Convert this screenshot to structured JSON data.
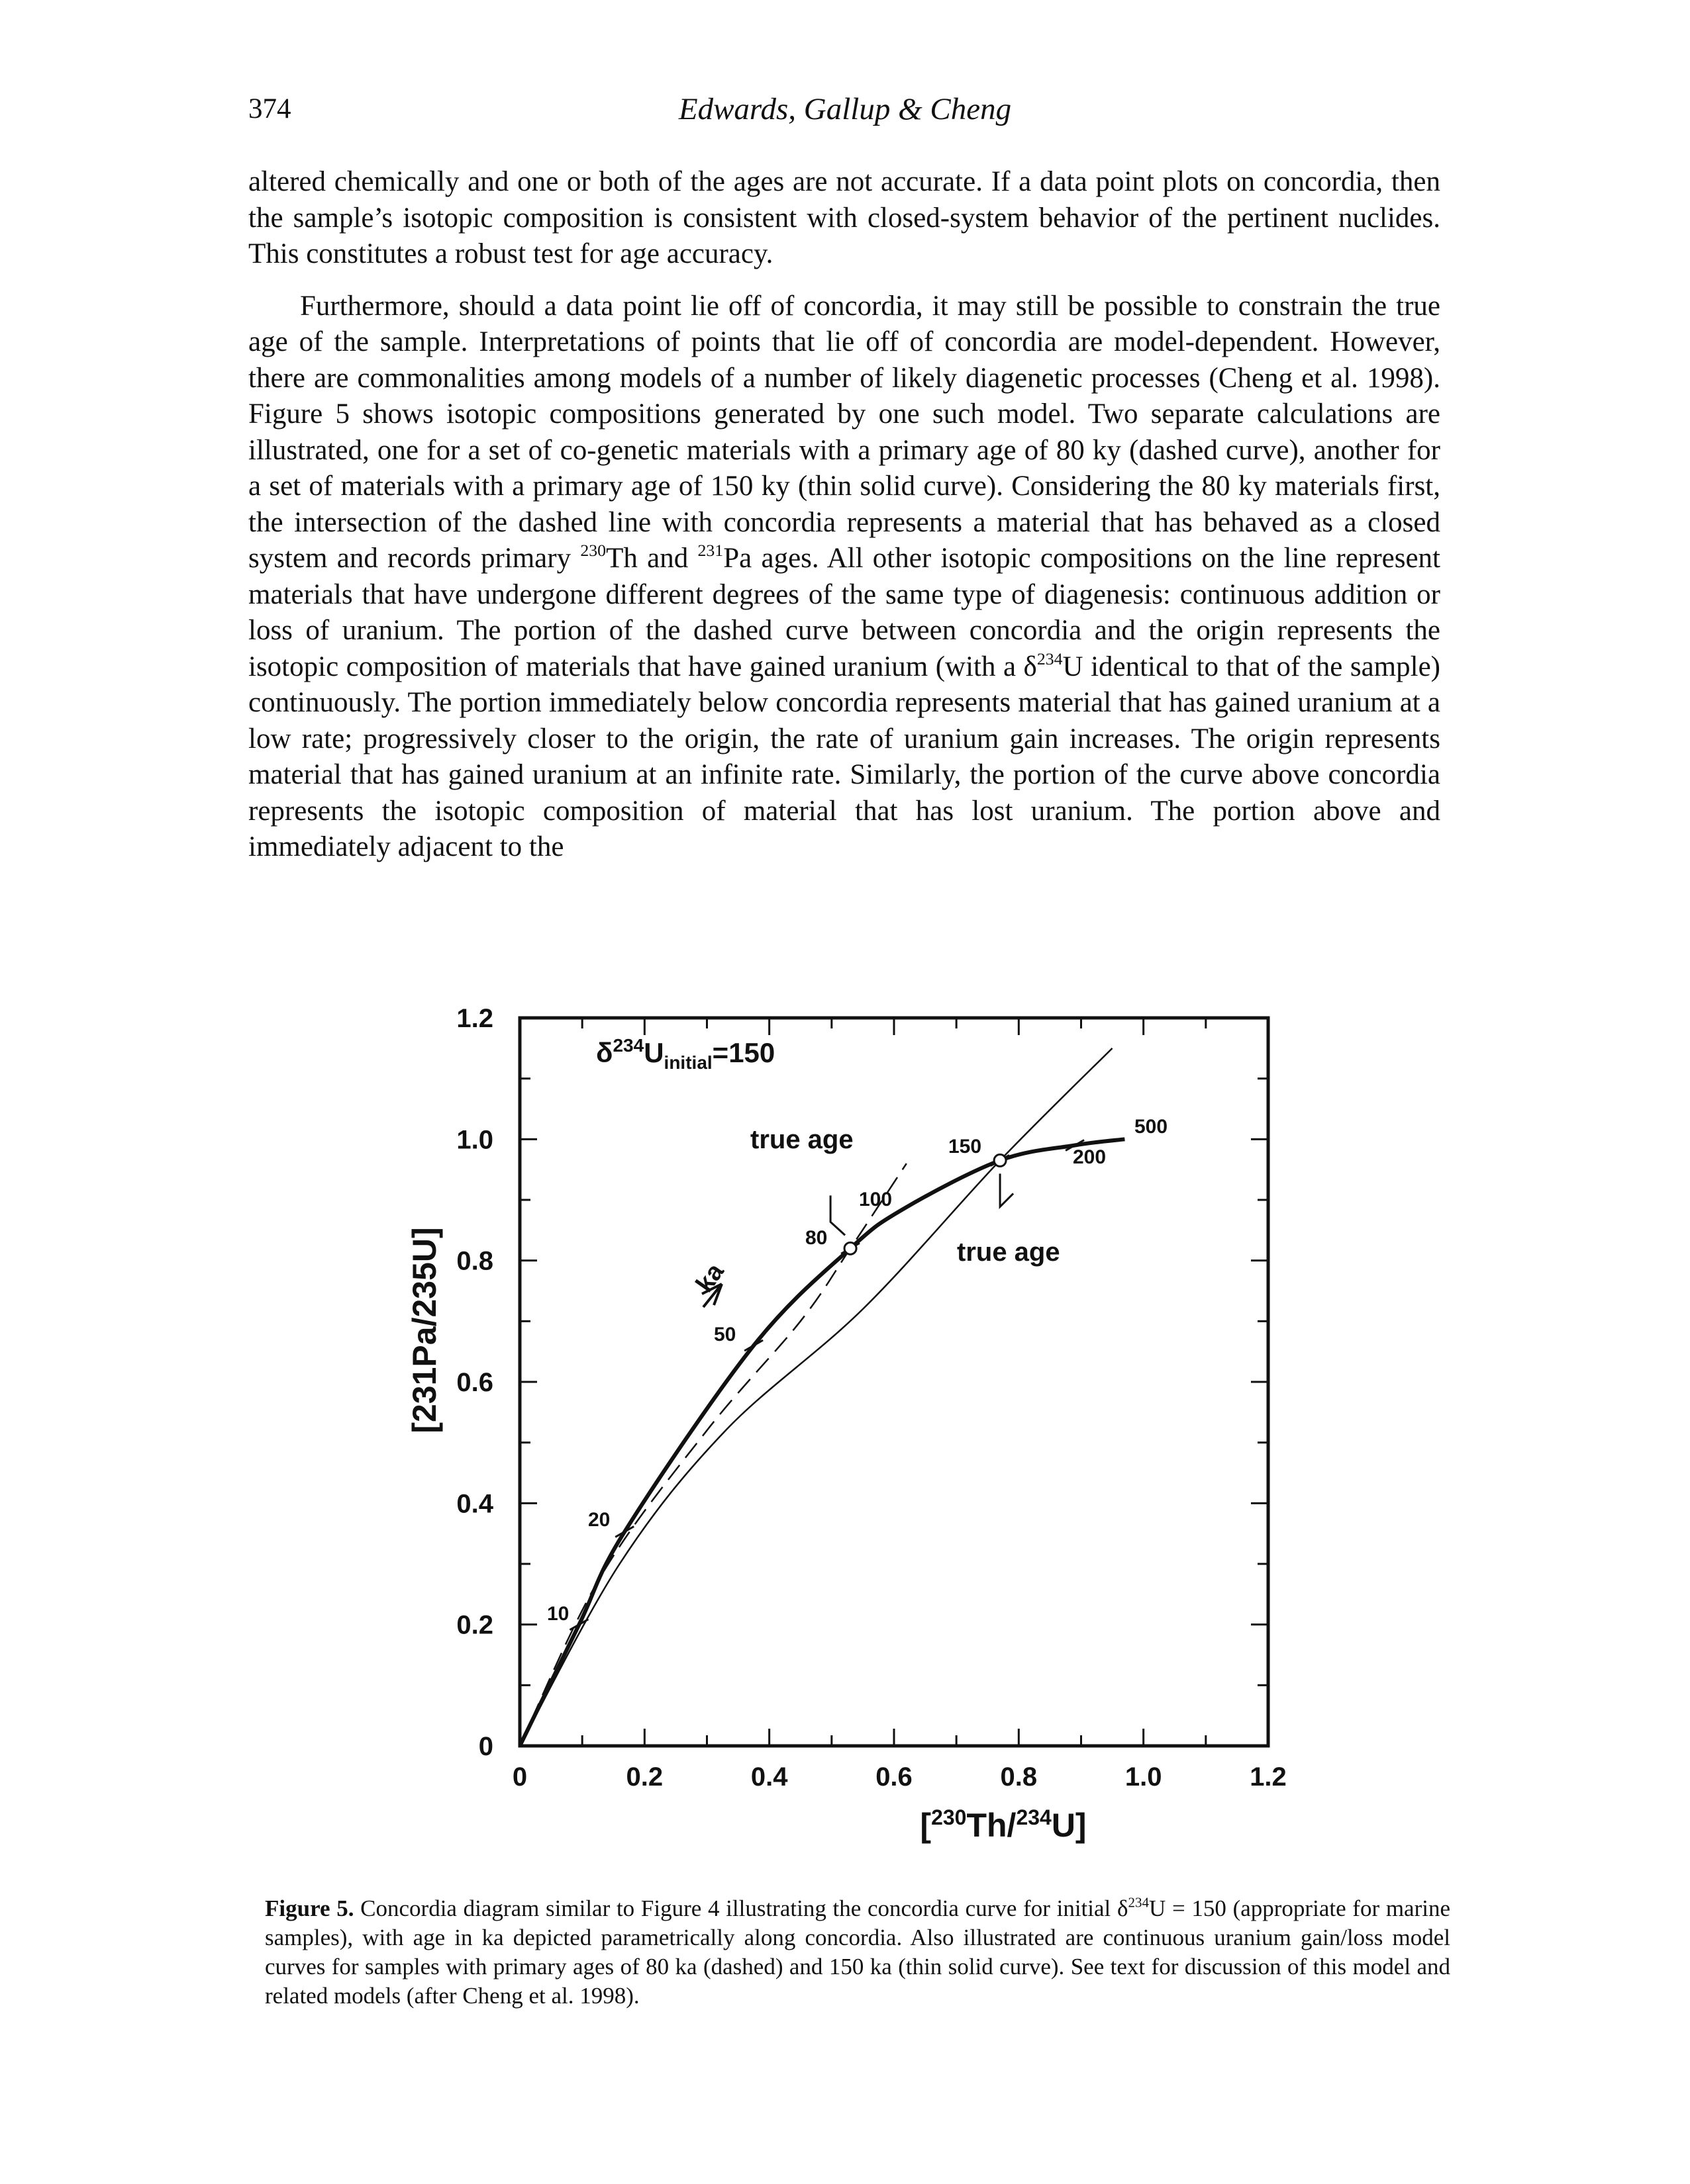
{
  "header": {
    "page_number": "374",
    "running_head": "Edwards, Gallup & Cheng"
  },
  "body": {
    "p1": "altered chemically and one or both of the ages are not accurate. If a data point plots on concordia, then the sample’s isotopic composition is consistent with closed-system behavior of the pertinent nuclides. This constitutes a robust test for age accuracy.",
    "p2a": "Furthermore, should a data point lie off of concordia, it may still be possible to constrain the true age of the sample. Interpretations of points that lie off of concordia are model-dependent. However, there are commonalities among models of a number of likely diagenetic processes (Cheng et al. 1998). Figure 5 shows isotopic compositions generated by one such model. Two separate calculations are illustrated, one for a set of co-genetic materials with a primary age of 80 ky (dashed curve), another for a set of materials with a primary age of 150 ky (thin solid curve). Considering the 80 ky materials first, the intersection of the dashed line with concordia represents a material that has behaved as a closed system and records primary ",
    "sup_230": "230",
    "p2b": "Th and ",
    "sup_231": "231",
    "p2c": "Pa ages. All other isotopic compositions on the line represent materials that have undergone different degrees of the same type of diagenesis: continuous addition or loss of uranium. The portion of the dashed curve between concordia and the origin represents the isotopic composition of materials that have gained uranium (with a δ",
    "sup_234": "234",
    "p2d": "U identical to that of the sample) continuously. The portion immediately below concordia represents material that has gained uranium at a low rate; progressively closer to the origin, the rate of uranium gain increases. The origin represents material that has gained uranium at an infinite rate. Similarly, the portion of the curve above concordia represents the isotopic composition of material that has lost uranium. The portion above and immediately adjacent to the"
  },
  "figure": {
    "y_axis_label": "[231Pa/235U]",
    "y_tick_labels": [
      "0",
      "0.2",
      "0.4",
      "0.6",
      "0.8",
      "1.0",
      "1.2"
    ],
    "x_tick_labels": [
      "0",
      "0.2",
      "0.4",
      "0.6",
      "0.8",
      "1.0",
      "1.2"
    ],
    "x_label_a": "[",
    "x_label_sup1": "230",
    "x_label_b": "Th/",
    "x_label_sup2": "234",
    "x_label_c": "U]",
    "delta_a": "δ",
    "delta_sup": "234",
    "delta_b": "U",
    "delta_sub": "initial",
    "delta_c": "=150",
    "true_age_1": "true age",
    "true_age_2": "true age",
    "ka_label": "ka",
    "age_labels": {
      "a10": "10",
      "a20": "20",
      "a50": "50",
      "a80": "80",
      "a100": "100",
      "a150": "150",
      "a200": "200",
      "a500": "500"
    }
  },
  "chart_data": {
    "type": "line",
    "title": "",
    "xlabel": "[230Th/234U]",
    "ylabel": "[231Pa/235U]",
    "xlim": [
      0,
      1.2
    ],
    "ylim": [
      0,
      1.2
    ],
    "annotation": "δ234Uinitial=150",
    "series": [
      {
        "name": "concordia",
        "style": "thick solid",
        "points": [
          {
            "age_ka": 0,
            "x": 0.0,
            "y": 0.0
          },
          {
            "age_ka": 10,
            "x": 0.095,
            "y": 0.2
          },
          {
            "age_ka": 20,
            "x": 0.168,
            "y": 0.353
          },
          {
            "age_ka": 50,
            "x": 0.375,
            "y": 0.66
          },
          {
            "age_ka": 80,
            "x": 0.53,
            "y": 0.82
          },
          {
            "age_ka": 100,
            "x": 0.615,
            "y": 0.885
          },
          {
            "age_ka": 150,
            "x": 0.77,
            "y": 0.965
          },
          {
            "age_ka": 200,
            "x": 0.89,
            "y": 0.99
          },
          {
            "age_ka": 500,
            "x": 0.97,
            "y": 1.0
          }
        ]
      },
      {
        "name": "80 ka primary age (dashed)",
        "style": "dashed",
        "points": [
          {
            "x": 0.0,
            "y": 0.0
          },
          {
            "x": 0.13,
            "y": 0.28
          },
          {
            "x": 0.3,
            "y": 0.52
          },
          {
            "x": 0.45,
            "y": 0.7
          },
          {
            "x": 0.53,
            "y": 0.82
          },
          {
            "x": 0.62,
            "y": 0.96
          }
        ]
      },
      {
        "name": "150 ka primary age (thin solid)",
        "style": "thin solid",
        "points": [
          {
            "x": 0.0,
            "y": 0.0
          },
          {
            "x": 0.16,
            "y": 0.3
          },
          {
            "x": 0.33,
            "y": 0.52
          },
          {
            "x": 0.55,
            "y": 0.72
          },
          {
            "x": 0.77,
            "y": 0.965
          },
          {
            "x": 0.95,
            "y": 1.15
          }
        ]
      }
    ],
    "annotations": [
      "true age (80 ka)",
      "true age (150 ka)",
      "ka"
    ]
  },
  "caption": {
    "label": "Figure 5.",
    "text_a": " Concordia diagram similar to Figure 4 illustrating the concordia curve for initial δ",
    "sup": "234",
    "text_b": "U = 150 (appropriate for marine samples), with age in ka depicted parametrically along concordia. Also illustrated are continuous uranium gain/loss model curves for samples with primary ages of 80 ka (dashed) and 150 ka (thin solid curve). See text for discussion of this model and related models (after Cheng et al. 1998)."
  }
}
